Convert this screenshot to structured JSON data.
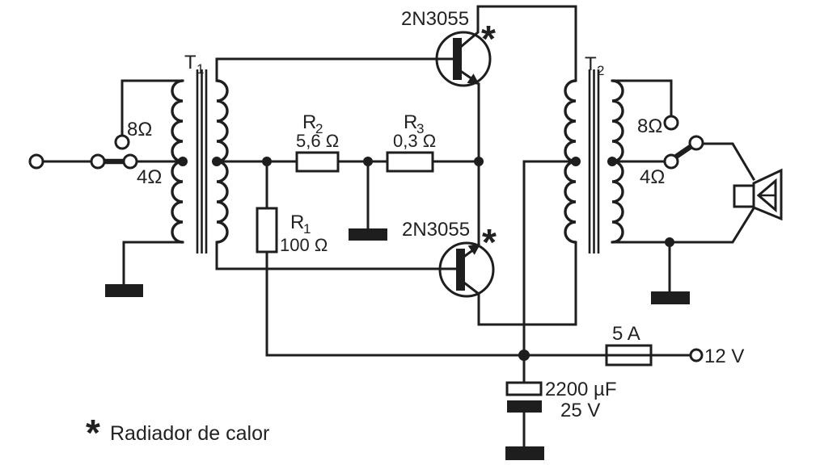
{
  "colors": {
    "ink": "#1e1e1e",
    "background": "#ffffff"
  },
  "transistors": {
    "top": {
      "label": "2N3055",
      "marker": "*"
    },
    "bottom": {
      "label": "2N3055",
      "marker": "*"
    }
  },
  "transformers": {
    "t1": {
      "letter": "T",
      "sub": "1"
    },
    "t2": {
      "letter": "T",
      "sub": "2"
    }
  },
  "input_taps": {
    "tap8": "8Ω",
    "tap4": "4Ω"
  },
  "output_taps": {
    "tap8": "8Ω",
    "tap4": "4Ω"
  },
  "resistors": {
    "r1": {
      "letter": "R",
      "sub": "1",
      "value": "100 Ω"
    },
    "r2": {
      "letter": "R",
      "sub": "2",
      "value": "5,6 Ω"
    },
    "r3": {
      "letter": "R",
      "sub": "3",
      "value": "0,3 Ω"
    }
  },
  "fuse": {
    "value": "5 A"
  },
  "supply": {
    "value": "12 V"
  },
  "capacitor": {
    "value": "2200 µF",
    "voltage": "25 V"
  },
  "note": {
    "asterisk": "*",
    "text": "Radiador de calor"
  }
}
